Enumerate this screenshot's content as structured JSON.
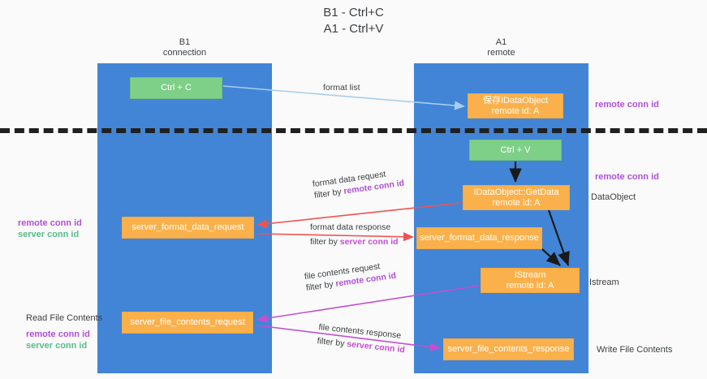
{
  "diagram": {
    "title_line1": "B1 - Ctrl+C",
    "title_line2": "A1 - Ctrl+V",
    "columns": [
      {
        "name": "B1",
        "role": "connection"
      },
      {
        "name": "A1",
        "role": "remote"
      }
    ],
    "colors": {
      "lane": "#4285d6",
      "node_green": "#7ed089",
      "node_orange": "#fbb14b",
      "remote_conn_id": "#b14fd8",
      "server_conn_id": "#57bb8a",
      "arrow_blue": "#a8cdee",
      "arrow_black": "#1a1a1a",
      "arrow_red": "#ef5350",
      "arrow_magenta": "#c44fd0",
      "divider": "#20201f"
    },
    "nodes": [
      {
        "id": "ctrl-c",
        "label": "Ctrl + C",
        "sub": "",
        "kind": "green",
        "lane": "B1"
      },
      {
        "id": "save-idataobject",
        "label": "保存IDataObject",
        "sub": "remote id: A",
        "kind": "orange",
        "lane": "A1"
      },
      {
        "id": "ctrl-v",
        "label": "Ctrl + V",
        "sub": "",
        "kind": "green",
        "lane": "A1"
      },
      {
        "id": "getdata",
        "label": "IDataObject::GetData",
        "sub": "remote id: A",
        "kind": "orange",
        "lane": "A1"
      },
      {
        "id": "server-format-data-request",
        "label": "server_format_data_request",
        "sub": "",
        "kind": "orange",
        "lane": "B1"
      },
      {
        "id": "server-format-data-response",
        "label": "server_format_data_response",
        "sub": "",
        "kind": "orange",
        "lane": "A1"
      },
      {
        "id": "istream",
        "label": "IStream",
        "sub": "remote id: A",
        "kind": "orange",
        "lane": "A1"
      },
      {
        "id": "server-file-contents-request",
        "label": "server_file_contents_request",
        "sub": "",
        "kind": "orange",
        "lane": "B1"
      },
      {
        "id": "server-file-contents-response",
        "label": "server_file_contents_response",
        "sub": "",
        "kind": "orange",
        "lane": "A1"
      }
    ],
    "edge_labels": {
      "format_list": "format list",
      "format_data_request": "format data request",
      "format_data_request_filter_prefix": "filter by ",
      "format_data_request_filter_key": "remote conn id",
      "format_data_response": "format data response",
      "format_data_response_filter_prefix": "filter by ",
      "format_data_response_filter_key": "server conn id",
      "file_contents_request": "file contents request",
      "file_contents_request_filter_prefix": "filter by ",
      "file_contents_request_filter_key": "remote conn id",
      "file_contents_response": "file contents response",
      "file_contents_response_filter_prefix": "filter by ",
      "file_contents_response_filter_key": "server conn id"
    },
    "annotations": {
      "remote_conn_id_top": "remote conn id",
      "remote_conn_id_mid": "remote conn id",
      "dataobject": "DataObject",
      "istream": "Istream",
      "write_file_contents": "Write File Contents",
      "read_file_contents": "Read File Contents",
      "left_remote_conn_id_1": "remote conn id",
      "left_server_conn_id_1": "server conn id",
      "left_remote_conn_id_2": "remote conn id",
      "left_server_conn_id_2": "server conn id"
    }
  }
}
